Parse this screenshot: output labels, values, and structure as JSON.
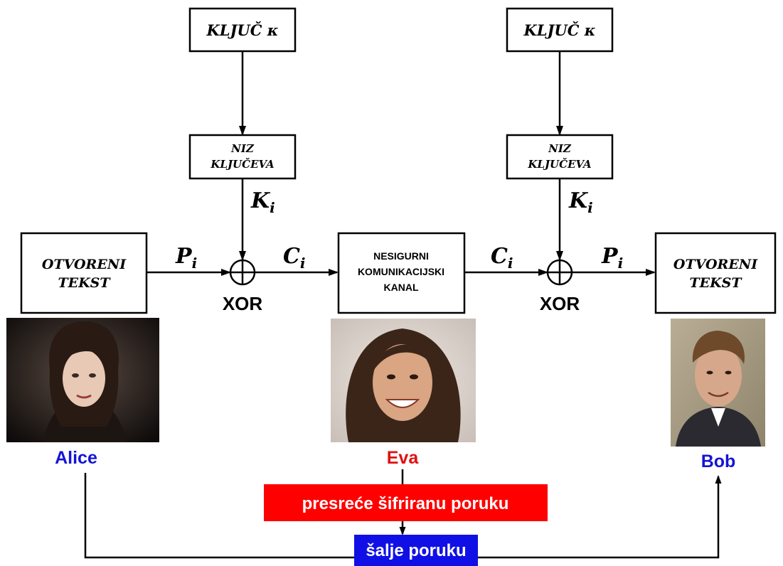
{
  "key_box_left": {
    "text": "KLJUČ κ"
  },
  "key_box_right": {
    "text": "KLJUČ κ"
  },
  "keystream_left": {
    "line1": "NIZ",
    "line2": "KLJUČEVA"
  },
  "keystream_right": {
    "line1": "NIZ",
    "line2": "KLJUČEVA"
  },
  "key_label_left": {
    "var": "K",
    "sub": "i"
  },
  "key_label_right": {
    "var": "K",
    "sub": "i"
  },
  "plaintext_left": {
    "line1": "OTVORENI",
    "line2": "TEKST"
  },
  "plaintext_right": {
    "line1": "OTVORENI",
    "line2": "TEKST"
  },
  "channel": {
    "line1": "NESIGURNI",
    "line2": "KOMUNIKACIJSKI",
    "line3": "KANAL"
  },
  "edge_p_left": {
    "var": "P",
    "sub": "i"
  },
  "edge_c_left": {
    "var": "C",
    "sub": "i"
  },
  "edge_c_right": {
    "var": "C",
    "sub": "i"
  },
  "edge_p_right": {
    "var": "P",
    "sub": "i"
  },
  "xor_left": {
    "label": "XOR"
  },
  "xor_right": {
    "label": "XOR"
  },
  "persons": {
    "alice": {
      "name": "Alice",
      "color": "#1414d6"
    },
    "eva": {
      "name": "Eva",
      "color": "#e01010"
    },
    "bob": {
      "name": "Bob",
      "color": "#1414d6"
    }
  },
  "intercept_banner": {
    "text": "presreće šifriranu poruku",
    "color": "#ff0000"
  },
  "send_banner": {
    "text": "šalje poruku",
    "color": "#1010e6"
  }
}
